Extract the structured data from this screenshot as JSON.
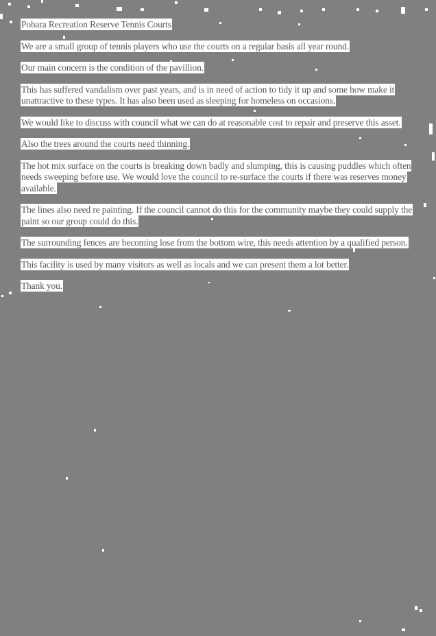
{
  "document": {
    "title": "Pohara Recreation Reserve Tennis Courts",
    "paragraphs": [
      "We are a small group of tennis players who use the courts on a regular basis all year round.",
      "Our main concern is the condition of the pavillion.",
      "This has suffered vandalism over past years, and is in need of action to tidy it up and some how make it unattractive to these types.  It has also been used as sleeping for homeless on occasions.",
      "We would like to discuss with council what we can do at reasonable cost to repair and preserve this asset.",
      "Also the trees around the courts need thinning.",
      "The hot mix surface on the courts is breaking down badly and slumping, this is causing puddles which often needs sweeping before use.  We would love the council to re-surface the courts if there was reserves money available.",
      "The lines also need re painting.  If the council cannot do this for the community maybe they could supply the paint so our group could do this.",
      "The surrounding fences are becoming lose from the bottom wire, this needs attention by a qualified person.",
      "This facility is used by many visitors as well as locals and we can present them a lot better.",
      "Thank you."
    ]
  },
  "colors": {
    "background": "#808080",
    "text": "#555555",
    "highlight": "#ffffff"
  }
}
